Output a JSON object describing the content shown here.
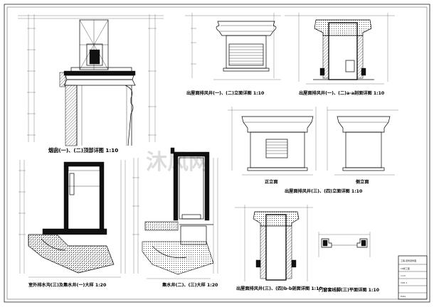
{
  "captions": {
    "chimney_top": "烟囱(一)、(二)顶部详图 1:10",
    "vent_elev_12": "出屋面排风井(一)、(二)立面详图 1:10",
    "vent_sect_12": "出屋面排风井(一)、(二)a-a剖面详图 1:10",
    "front_label": "正立面",
    "side_label": "侧立面",
    "vent_elev_34": "出屋面排风井(三)、(四)立面详图 1:10",
    "drain_ditch": "室外排水沟(三)及集水井(一)大样 1:20",
    "sump_pit": "集水井(二)、(三)大样 1:20",
    "vent_sect_34": "出屋面排风井(三)、(四)b-b剖面详图 1:10",
    "door_window": "门窗套线脚(三)平面详图 1:10"
  },
  "title_block": {
    "project": "工程-装修装修图",
    "drawing": "LN施工图",
    "scale_tag": "1:10",
    "sheet_no": "YOH-1",
    "date": "Date"
  },
  "watermark": "沐风网",
  "colors": {
    "line": "#000000",
    "paper": "#ffffff",
    "watermark": "#d9d9d9"
  }
}
